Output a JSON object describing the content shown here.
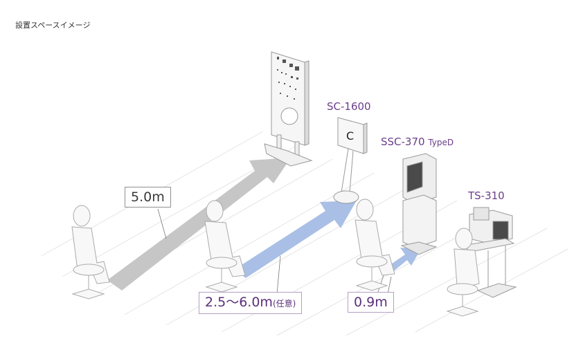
{
  "heading": "設置スペースイメージ",
  "devices": {
    "sc1600": "SC-1600",
    "ssc370": "SSC-370",
    "ssc370_suffix": "TypeD",
    "ts310": "TS-310"
  },
  "distances": {
    "far": "5.0m",
    "mid": "2.5～6.0m",
    "mid_note": "(任意)",
    "near": "0.9m"
  },
  "colors": {
    "label_purple": "#6a3d8a",
    "gray_arrow": "#c6c6c6",
    "blue_arrow": "#a9bfe6"
  }
}
